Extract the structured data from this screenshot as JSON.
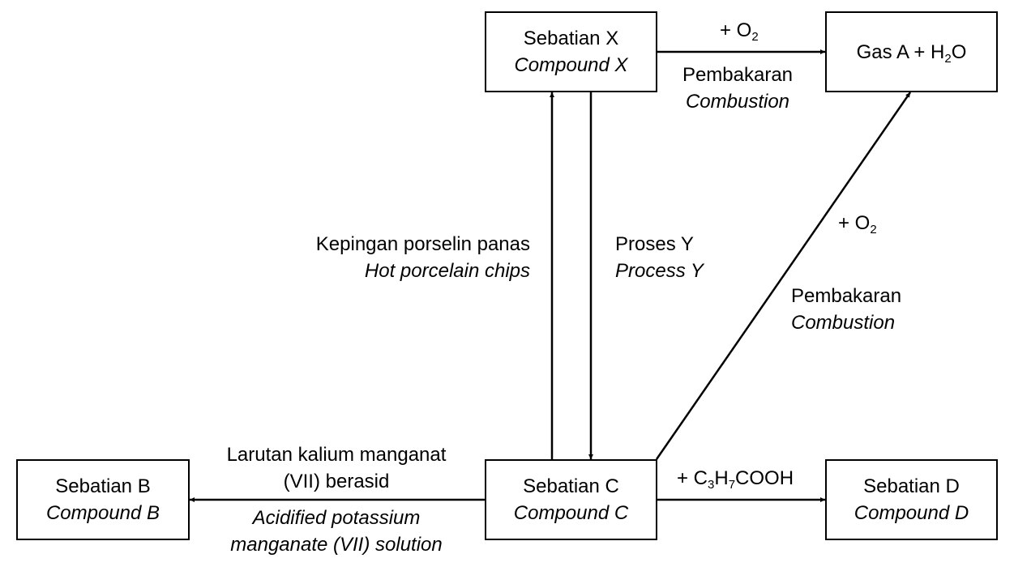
{
  "boxes": {
    "compound_x": {
      "ms": "Sebatian X",
      "en": "Compound X"
    },
    "gas_a": {
      "pre": "Gas A + H",
      "sub": "2",
      "post": "O"
    },
    "compound_b": {
      "ms": "Sebatian B",
      "en": "Compound B"
    },
    "compound_c": {
      "ms": "Sebatian C",
      "en": "Compound C"
    },
    "compound_d": {
      "ms": "Sebatian D",
      "en": "Compound D"
    }
  },
  "labels": {
    "x_to_gas": {
      "reagent_pre": "+ O",
      "reagent_sub": "2",
      "ms": "Pembakaran",
      "en": "Combustion"
    },
    "c_to_gas": {
      "reagent_pre": "+ O",
      "reagent_sub": "2",
      "ms": "Pembakaran",
      "en": "Combustion"
    },
    "c_to_x": {
      "ms": "Kepingan porselin panas",
      "en": "Hot porcelain chips"
    },
    "x_to_c": {
      "ms": "Proses Y",
      "en": "Process Y"
    },
    "c_to_b": {
      "ms_line1": "Larutan kalium manganat",
      "ms_line2": "(VII) berasid",
      "en_line1": "Acidified potassium",
      "en_line2": "manganate (VII) solution"
    },
    "c_to_d": {
      "p1": "+ C",
      "s1": "3",
      "p2": "H",
      "s2": "7",
      "p3": "COOH"
    }
  }
}
